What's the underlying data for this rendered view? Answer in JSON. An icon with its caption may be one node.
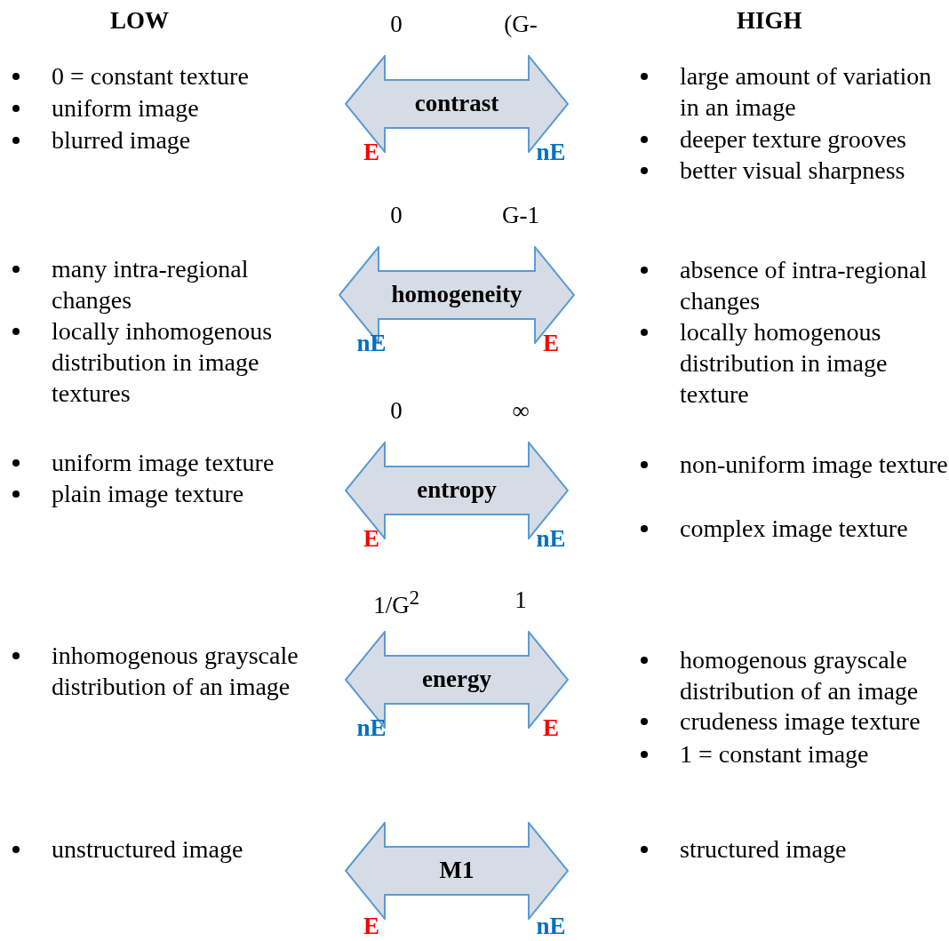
{
  "diagram": {
    "nodes": [
      {
        "text": [
          "contrast"
        ],
        "beside": [
          "0",
          "(G-",
          "E",
          "nE"
        ]
      },
      {
        "text": [
          "homogeneity"
        ],
        "beside": [
          "0",
          "G-1",
          "nE",
          "E"
        ]
      },
      {
        "text": [
          "entropy"
        ],
        "beside": [
          "0",
          "∞",
          "E",
          "nE"
        ]
      },
      {
        "text": [
          "energy"
        ],
        "beside": [
          "1/G$^{2}$",
          "1",
          "nE",
          "E"
        ]
      },
      {
        "text": [
          "M1"
        ],
        "beside": [
          "E",
          "nE"
        ]
      }
    ],
    "labels": [
      "LOW",
      "HIGH",
      "0 = constant texture",
      "uniform image",
      "blurred image",
      "large amount of variation in an image",
      "deeper texture grooves",
      "better visual sharpness",
      "many intra-regional changes",
      "locally inhomogenous distribution in image textures",
      "absence of intra-regional changes",
      "locally homogenous distribution in image texture",
      "uniform image texture",
      "plain image texture",
      "non-uniform image texture",
      "complex image texture",
      "inhomogenous grayscale distribution of an image",
      "homogenous grayscale distribution of an image",
      "crudeness image texture",
      "1 = constant image",
      "unstructured image",
      "structured image"
    ]
  }
}
